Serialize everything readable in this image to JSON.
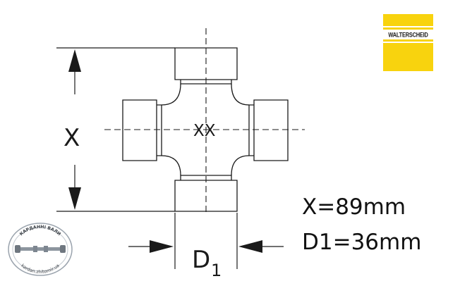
{
  "drawing": {
    "dimension_x_label": "X",
    "dimension_d_label": "D",
    "dimension_d_subscript": "1",
    "center_mark": "XX"
  },
  "specs": {
    "x": "X=89mm",
    "d1": "D1=36mm"
  },
  "logo": {
    "text": "WALTERSCHEID",
    "colors": {
      "background": "#f8d30e",
      "band": "#ffffff"
    }
  },
  "stamp": {
    "top_text": "КАРДАННІ ВАЛИ",
    "bottom_text": "kardan.zhitomir.ua"
  },
  "colors": {
    "line": "#1a1a1a",
    "background": "#ffffff"
  }
}
